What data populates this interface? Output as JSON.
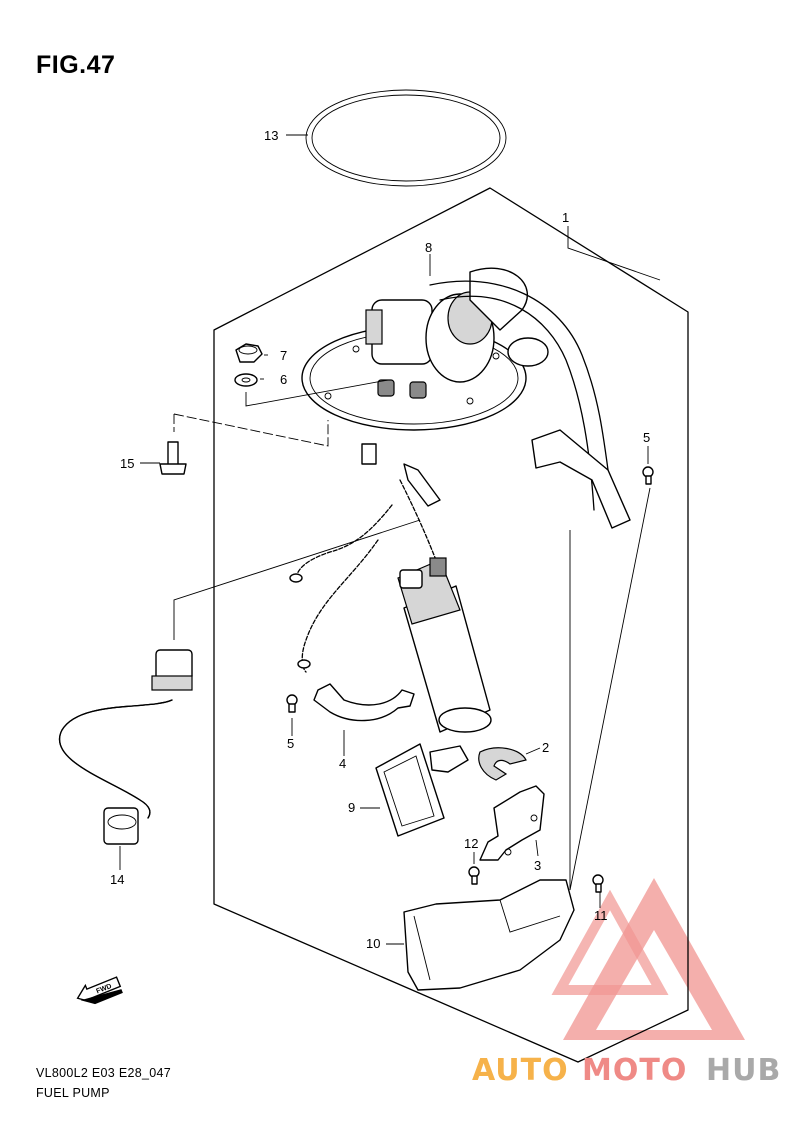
{
  "figure": {
    "title": "FIG.47",
    "code": "VL800L2 E03 E28_047",
    "name": "FUEL PUMP"
  },
  "callouts": [
    "13",
    "1",
    "8",
    "7",
    "6",
    "15",
    "5",
    "5",
    "4",
    "2",
    "9",
    "3",
    "12",
    "11",
    "14",
    "10"
  ],
  "fwd_label": "FWD",
  "watermark": {
    "word_part1": "AUTO",
    "word_part2": "MOTO",
    "word_part3": "HUB",
    "color_orange": "#f6b24a",
    "color_red": "#ef8a86",
    "color_gray": "#a9a9a9"
  }
}
